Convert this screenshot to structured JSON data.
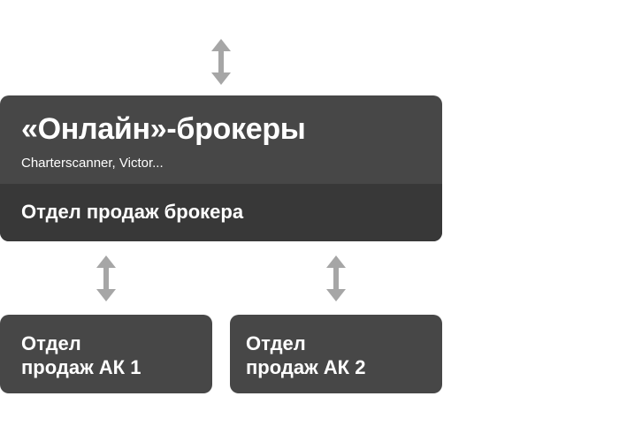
{
  "colors": {
    "box": "#474747",
    "box_dark": "#383838",
    "text": "#ffffff",
    "arrow": "#a6a6a6"
  },
  "icons": [
    "double-arrow-vertical-icon"
  ],
  "broker": {
    "title": "«Онлайн»-брокеры",
    "subtitle": "Charterscanner, Victor...",
    "department": "Отдел продаж брокера"
  },
  "ak1": {
    "line1": "Отдел",
    "line2": "продаж АК 1"
  },
  "ak2": {
    "line1": "Отдел",
    "line2": "продаж АК 2"
  }
}
